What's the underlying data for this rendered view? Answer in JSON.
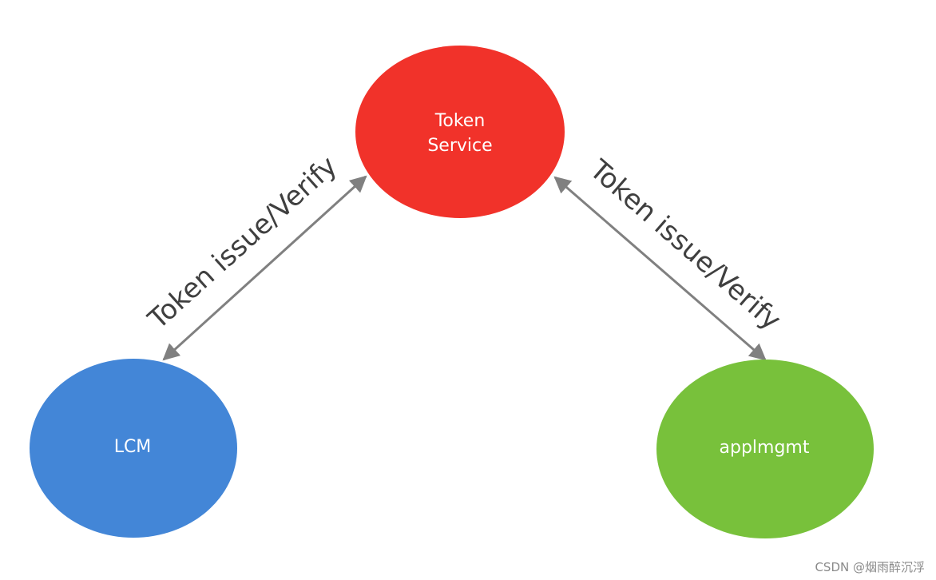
{
  "nodes": {
    "token_service": {
      "line1": "Token",
      "line2": "Service",
      "color": "#f1322a"
    },
    "lcm": {
      "label": "LCM",
      "color": "#4386d7"
    },
    "applmgmt": {
      "label": "applmgmt",
      "color": "#78c13b"
    }
  },
  "edges": {
    "left": {
      "label": "Token issue/Verify"
    },
    "right": {
      "label": "Token issue/Verify"
    }
  },
  "colors": {
    "arrow": "#808080",
    "edge_text": "#3f3f3f",
    "node_text": "#ffffff"
  },
  "watermark": "CSDN @烟雨醉沉浮"
}
